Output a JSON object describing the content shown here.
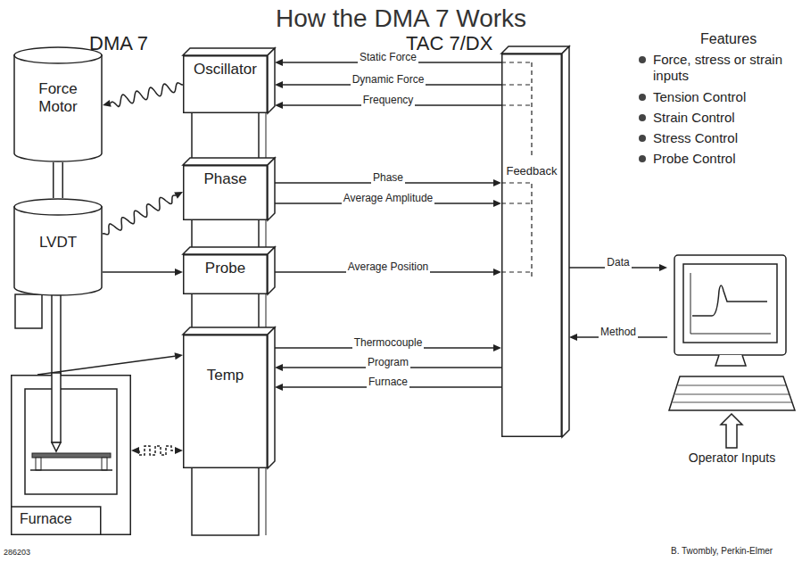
{
  "diagram": {
    "title": "How the DMA 7 Works",
    "nodes": [
      {
        "text": [
          "Force Motor"
        ]
      },
      {
        "text": [
          "LVDT"
        ]
      },
      {
        "text": [
          "Furnace"
        ]
      },
      {
        "text": [
          "Oscillator"
        ]
      },
      {
        "text": [
          "Phase"
        ]
      },
      {
        "text": [
          "Probe"
        ]
      },
      {
        "text": [
          "Temp"
        ]
      },
      {
        "text": [
          "Feedback"
        ]
      },
      {
        "text": [
          "Operator Inputs"
        ]
      }
    ],
    "edges": [
      {
        "from": 3,
        "to": 0,
        "arrow": "to"
      },
      {
        "from": 0,
        "to": 1,
        "arrow": "none"
      },
      {
        "from": 1,
        "to": 4,
        "arrow": "to"
      },
      {
        "from": 1,
        "to": 5,
        "arrow": "to"
      },
      {
        "from": 2,
        "to": 6,
        "arrow": "to"
      },
      {
        "from": 2,
        "to": 6,
        "arrow": "both"
      },
      {
        "from": 7,
        "to": 3,
        "label": "Static Force",
        "arrow": "to"
      },
      {
        "from": 7,
        "to": 3,
        "label": "Dynamic Force",
        "arrow": "to"
      },
      {
        "from": 7,
        "to": 3,
        "label": "Frequency",
        "arrow": "to"
      },
      {
        "from": 4,
        "to": 7,
        "label": "Phase",
        "arrow": "to"
      },
      {
        "from": 4,
        "to": 7,
        "label": "Average Amplitude",
        "arrow": "to"
      },
      {
        "from": 5,
        "to": 7,
        "label": "Average Position",
        "arrow": "to"
      },
      {
        "from": 6,
        "to": 7,
        "label": "Thermocouple",
        "arrow": "to"
      },
      {
        "from": 7,
        "to": 6,
        "label": "Program",
        "arrow": "to"
      },
      {
        "from": 7,
        "to": 6,
        "label": "Furnace",
        "arrow": "to"
      },
      {
        "from": 7,
        "to": 8,
        "label": "Data",
        "arrow": "to"
      },
      {
        "from": 8,
        "to": 7,
        "label": "Method",
        "arrow": "to"
      }
    ],
    "labels": [
      "DMA 7",
      "TAC 7/DX",
      "Features",
      "Force, stress or strain inputs",
      "Tension Control",
      "Strain Control",
      "Stress Control",
      "Probe Control",
      "286203",
      "B. Twombly, Perkin-Elmer"
    ]
  }
}
